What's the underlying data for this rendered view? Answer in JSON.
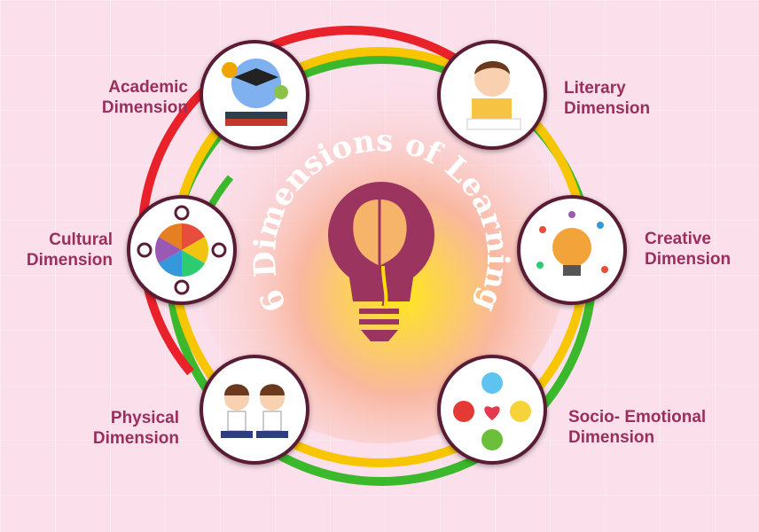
{
  "title": "6 Dimensions of Learning",
  "colors": {
    "label": "#9a2f5e",
    "bulb": "#9b3560",
    "ring_red": "#e8212b",
    "ring_yellow": "#f7c600",
    "ring_green": "#3cb82c"
  },
  "dimensions": [
    {
      "line1": "Academic",
      "line2": "Dimension",
      "icon": "graduation-bulb-icon"
    },
    {
      "line1": "Literary",
      "line2": "Dimension",
      "icon": "boy-writing-icon"
    },
    {
      "line1": "Creative",
      "line2": "Dimension",
      "icon": "creative-head-icon"
    },
    {
      "line1": "Socio- Emotional",
      "line2": "Dimension",
      "icon": "emotions-cycle-icon"
    },
    {
      "line1": "Physical",
      "line2": "Dimension",
      "icon": "kids-yoga-icon"
    },
    {
      "line1": "Cultural",
      "line2": "Dimension",
      "icon": "cultural-circle-icon"
    }
  ]
}
